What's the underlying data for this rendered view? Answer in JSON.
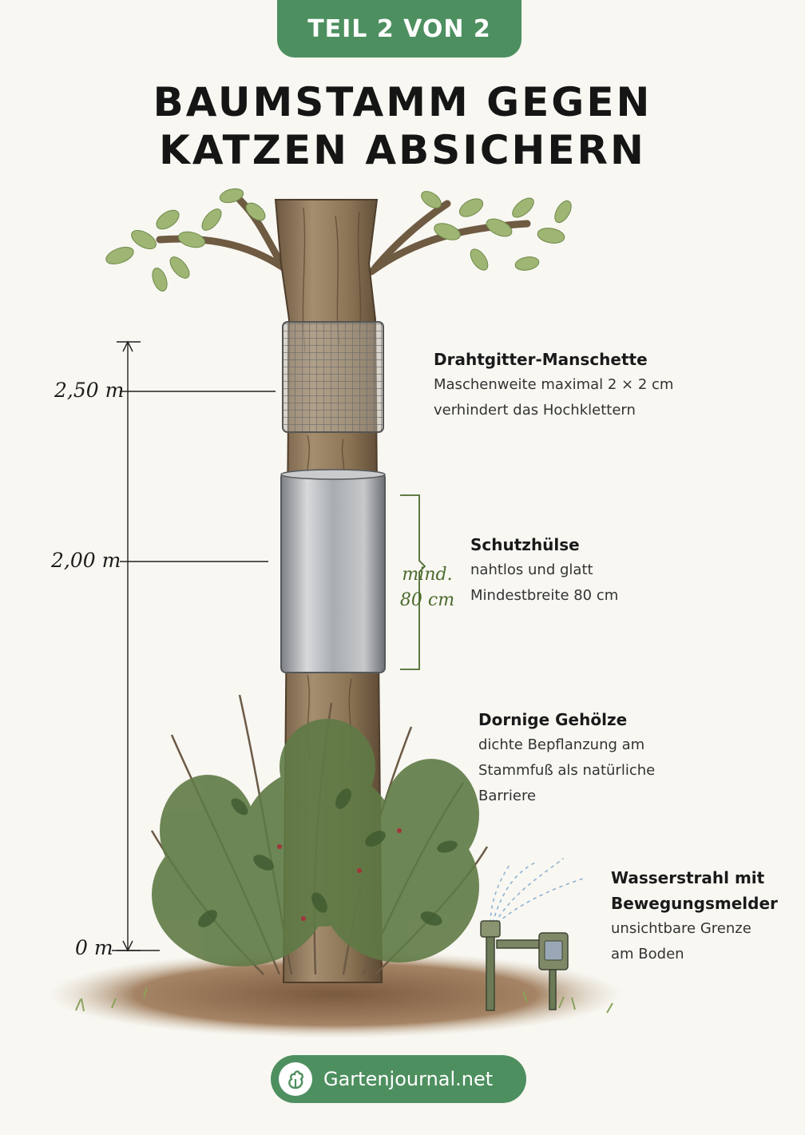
{
  "header": {
    "tab_label": "TEIL 2 VON 2",
    "title_line1": "BAUMSTAMM GEGEN",
    "title_line2": "KATZEN ABSICHERN"
  },
  "scale": {
    "marks": [
      "2,50 m",
      "2,00 m",
      "0 m"
    ]
  },
  "sleeve_label": {
    "line1": "mind.",
    "line2": "80 cm"
  },
  "callouts": {
    "wire": {
      "title": "Drahtgitter-Manschette",
      "line1": "Maschenweite maximal 2 × 2 cm",
      "line2": "verhindert das Hochklettern"
    },
    "sleeve": {
      "title": "Schutzhülse",
      "line1": "nahtlos und glatt",
      "line2": "Mindestbreite 80 cm"
    },
    "thorns": {
      "title": "Dornige Gehölze",
      "line1": "dichte Bepflanzung am",
      "line2": "Stammfuß als natürliche",
      "line3": "Barriere"
    },
    "water": {
      "title_line1": "Wasserstrahl mit",
      "title_line2": "Bewegungsmelder",
      "line1": "unsichtbare Grenze",
      "line2": "am Boden"
    }
  },
  "footer": {
    "brand": "Gartenjournal.net",
    "logo_icon": "plant-logo-icon"
  },
  "colors": {
    "accent": "#4e8f60",
    "background": "#f8f7f2"
  }
}
